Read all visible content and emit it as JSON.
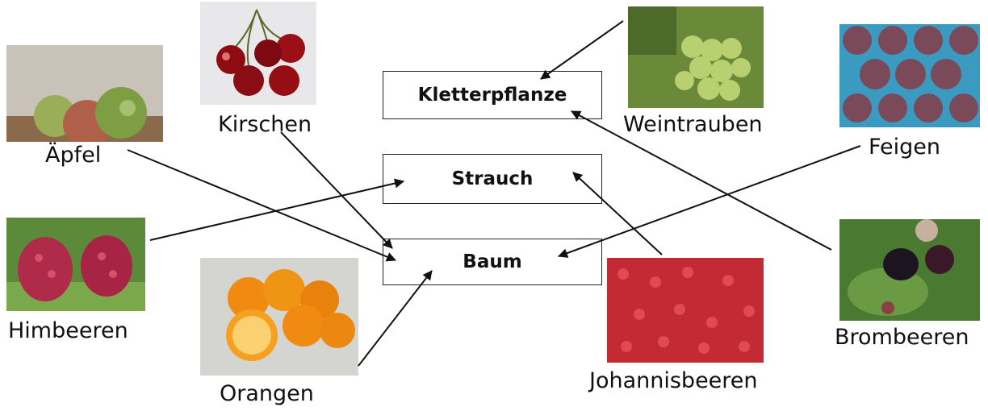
{
  "categories": {
    "klettern": "Kletterpflanze",
    "strauch": "Strauch",
    "baum": "Baum"
  },
  "fruits": {
    "aepfel": "Äpfel",
    "kirschen": "Kirschen",
    "weintrauben": "Weintrauben",
    "feigen": "Feigen",
    "himbeeren": "Himbeeren",
    "orangen": "Orangen",
    "johannisbeeren": "Johannisbeeren",
    "brombeeren": "Brombeeren"
  },
  "connections": [
    {
      "from": "aepfel",
      "to": "baum"
    },
    {
      "from": "kirschen",
      "to": "baum"
    },
    {
      "from": "orangen",
      "to": "baum"
    },
    {
      "from": "feigen",
      "to": "baum"
    },
    {
      "from": "himbeeren",
      "to": "strauch"
    },
    {
      "from": "johannisbeeren",
      "to": "strauch"
    },
    {
      "from": "weintrauben",
      "to": "klettern"
    },
    {
      "from": "brombeeren",
      "to": "klettern"
    }
  ],
  "colors": {
    "apple": "#8aa64a",
    "cherry": "#8e0c12",
    "grape": "#a8c85a",
    "fig": "#7a4a5a",
    "raspberry": "#b02a4a",
    "orange": "#f08a10",
    "currant": "#d0303a",
    "blackberry": "#1c1420"
  }
}
